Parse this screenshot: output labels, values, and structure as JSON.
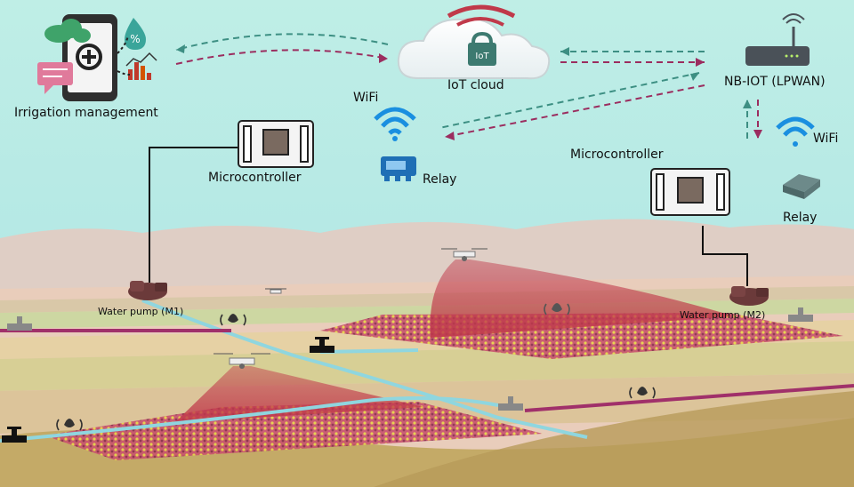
{
  "labels": {
    "irrigation_management": "Irrigation management",
    "iot_cloud": "IoT cloud",
    "cloud_lock_text": "IoT",
    "nb_iot": "NB-IOT (LPWAN)",
    "wifi_left": "WiFi",
    "wifi_right": "WiFi",
    "microcontroller_left": "Microcontroller",
    "microcontroller_right": "Microcontroller",
    "relay_left": "Relay",
    "relay_right": "Relay",
    "water_pump_m1": "Water pump (M1)",
    "water_pump_m2": "Water pump (M2)"
  },
  "colors": {
    "sky": "#b4e8e2",
    "arrow_magenta": "#9b2d5f",
    "arrow_teal": "#3d8f83",
    "wifi_blue": "#1a8fe0",
    "water_pipe": "#8fd6df",
    "drone_beam": "#c0394a"
  }
}
